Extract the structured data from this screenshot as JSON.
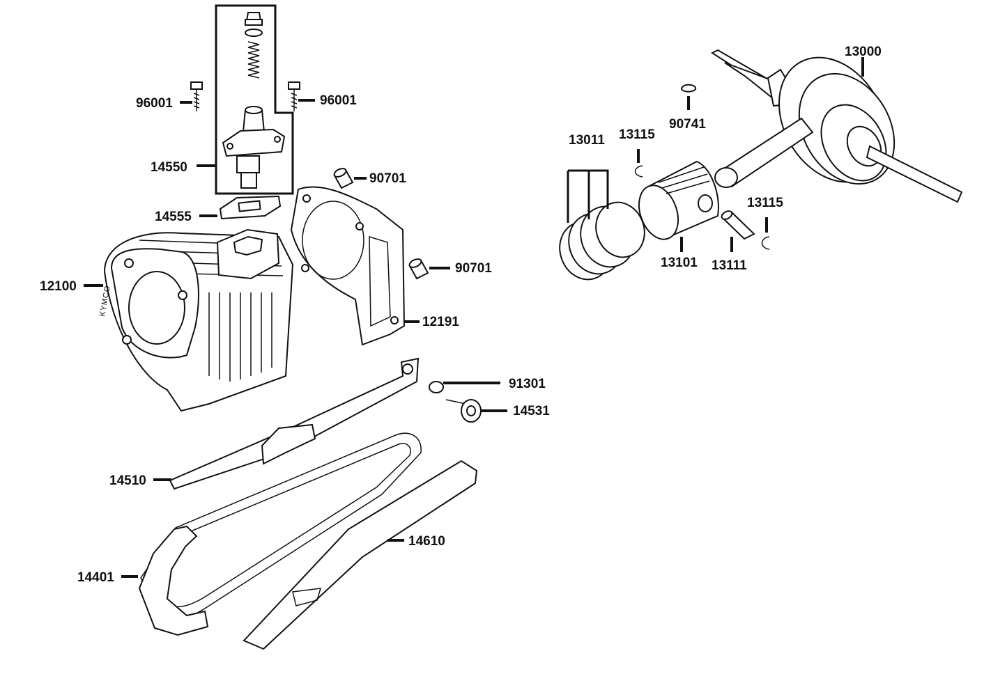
{
  "diagram": {
    "brand_marking": "KYMCO",
    "callouts": [
      {
        "id": "c-13000",
        "label": "13000"
      },
      {
        "id": "c-96001-left",
        "label": "96001"
      },
      {
        "id": "c-96001-right",
        "label": "96001"
      },
      {
        "id": "c-90741",
        "label": "90741"
      },
      {
        "id": "c-13011",
        "label": "13011"
      },
      {
        "id": "c-13115-top",
        "label": "13115"
      },
      {
        "id": "c-14550",
        "label": "14550"
      },
      {
        "id": "c-90701-top",
        "label": "90701"
      },
      {
        "id": "c-14555",
        "label": "14555"
      },
      {
        "id": "c-13115-right",
        "label": "13115"
      },
      {
        "id": "c-13101",
        "label": "13101"
      },
      {
        "id": "c-13111",
        "label": "13111"
      },
      {
        "id": "c-90701-mid",
        "label": "90701"
      },
      {
        "id": "c-12100",
        "label": "12100"
      },
      {
        "id": "c-12191",
        "label": "12191"
      },
      {
        "id": "c-91301",
        "label": "91301"
      },
      {
        "id": "c-14531",
        "label": "14531"
      },
      {
        "id": "c-14510",
        "label": "14510"
      },
      {
        "id": "c-14610",
        "label": "14610"
      },
      {
        "id": "c-14401",
        "label": "14401"
      }
    ]
  }
}
